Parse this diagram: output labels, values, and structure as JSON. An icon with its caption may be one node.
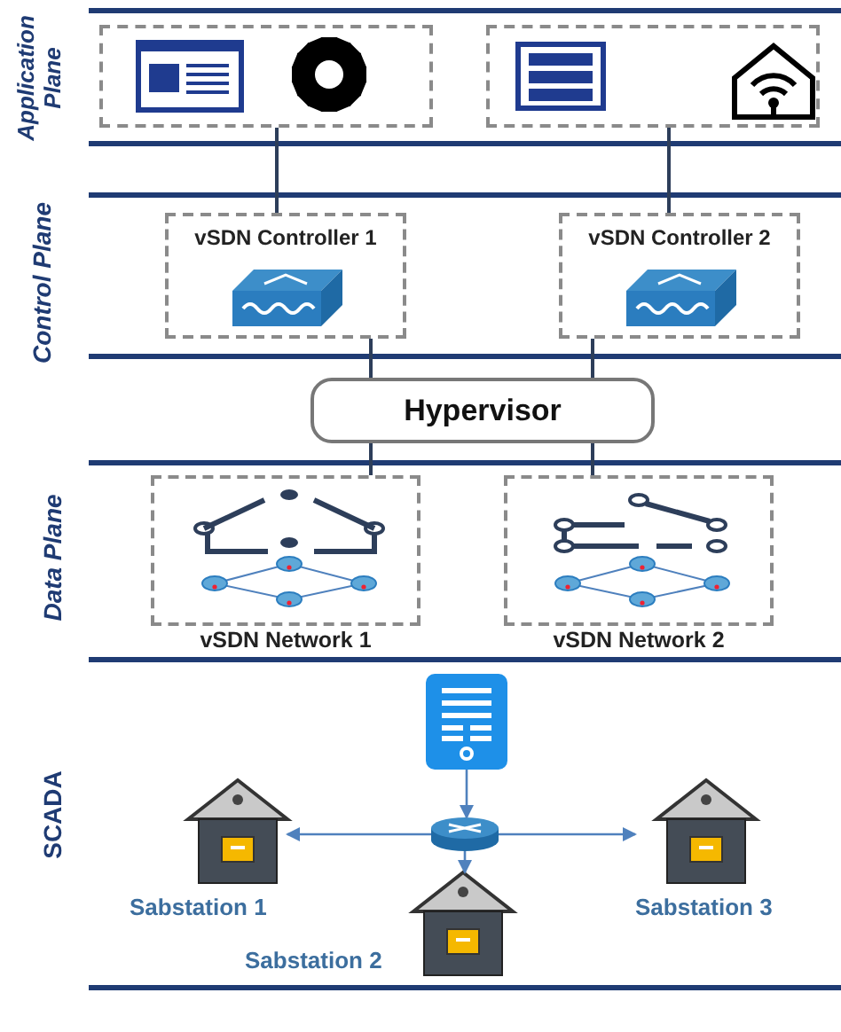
{
  "diagram": {
    "nodes": [
      {
        "text": [],
        "shape": "box"
      },
      {
        "text": [],
        "shape": "box"
      },
      {
        "text": [
          "vSDN Controller 1"
        ]
      },
      {
        "text": [
          "vSDN Controller 2"
        ]
      },
      {
        "text": [
          "Hypervisor"
        ]
      },
      {
        "text": [
          "vSDN Network 1"
        ]
      },
      {
        "text": [
          "vSDN Network 2"
        ]
      },
      {
        "text": [],
        "shape": "server"
      },
      {
        "text": [],
        "shape": "router"
      },
      {
        "text": [
          "Sabstation 1"
        ]
      },
      {
        "text": [
          "Sabstation 2"
        ]
      },
      {
        "text": [
          "Sabstation 3"
        ]
      }
    ],
    "edges": [
      {
        "from": 0,
        "to": 2,
        "arrow": "none"
      },
      {
        "from": 1,
        "to": 3,
        "arrow": "none"
      },
      {
        "from": 2,
        "to": 4,
        "arrow": "none"
      },
      {
        "from": 3,
        "to": 4,
        "arrow": "none"
      },
      {
        "from": 4,
        "to": 5,
        "arrow": "none"
      },
      {
        "from": 4,
        "to": 6,
        "arrow": "none"
      },
      {
        "from": 7,
        "to": 8,
        "arrow": "to",
        "color": "#4f81bd"
      },
      {
        "from": 8,
        "to": 9,
        "arrow": "to",
        "color": "#4f81bd"
      },
      {
        "from": 8,
        "to": 10,
        "arrow": "to",
        "color": "#4f81bd"
      },
      {
        "from": 8,
        "to": 11,
        "arrow": "to",
        "color": "#4f81bd"
      }
    ],
    "labels": [
      "Application Plane",
      "Control Plane",
      "Data Plane",
      "SCADA"
    ]
  }
}
